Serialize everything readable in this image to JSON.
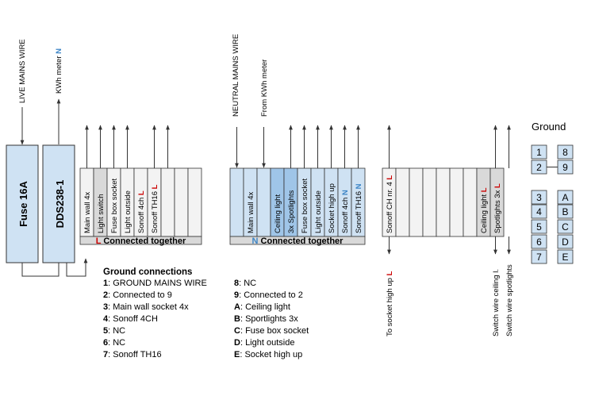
{
  "colors": {
    "blue_fill": "#cfe2f3",
    "blue_dark": "#9fc5e8",
    "grey_fill": "#d9d9d9",
    "light_grey": "#f3f3f3",
    "white": "#ffffff",
    "stroke": "#333333",
    "red": "#cc0000",
    "blue_text": "#3d85c6"
  },
  "top_labels": {
    "live_mains": "LIVE MAINS WIRE",
    "kwh_meter": "KWh meter",
    "kwh_meter_n": "N",
    "neutral_mains": "NEUTRAL MAINS WIRE",
    "from_kwh": "From KWh meter"
  },
  "devices": {
    "fuse": "Fuse 16A",
    "meter": "DDS238-1"
  },
  "live_block": {
    "slots": [
      {
        "text": "Main wall 4x",
        "mark": "",
        "fill": "light"
      },
      {
        "text": "Light switch",
        "mark": "",
        "fill": "grey"
      },
      {
        "text": "Fuse box socket",
        "mark": "",
        "fill": "light"
      },
      {
        "text": "Light outside",
        "mark": "",
        "fill": "light"
      },
      {
        "text": "Sonoff 4ch",
        "mark": "L",
        "fill": "light"
      },
      {
        "text": "Sonoff TH16",
        "mark": "L",
        "fill": "light"
      },
      {
        "text": "",
        "mark": "",
        "fill": "light"
      },
      {
        "text": "",
        "mark": "",
        "fill": "light"
      },
      {
        "text": "",
        "mark": "",
        "fill": "light"
      }
    ],
    "bar_letter": "L",
    "bar_text": "Connected together"
  },
  "neutral_block": {
    "slots": [
      {
        "text": "",
        "mark": "",
        "fill": "blue"
      },
      {
        "text": "Main wall 4x",
        "mark": "",
        "fill": "blue"
      },
      {
        "text": "",
        "mark": "",
        "fill": "blue"
      },
      {
        "text": "Ceiling light",
        "mark": "",
        "fill": "dark"
      },
      {
        "text": "3x Spotlights",
        "mark": "",
        "fill": "dark"
      },
      {
        "text": "Fuse box socket",
        "mark": "",
        "fill": "blue"
      },
      {
        "text": "Light outside",
        "mark": "",
        "fill": "blue"
      },
      {
        "text": "Socket high up",
        "mark": "",
        "fill": "blue"
      },
      {
        "text": "Sonoff 4ch",
        "mark": "N",
        "fill": "blue"
      },
      {
        "text": "Sonoff TH16",
        "mark": "N",
        "fill": "blue"
      }
    ],
    "bar_letter": "N",
    "bar_text": "Connected together"
  },
  "third_block": {
    "slots": [
      {
        "text": "Sonoff CH nr. 4",
        "mark": "L",
        "fill": "light"
      },
      {
        "text": "",
        "mark": "",
        "fill": "light"
      },
      {
        "text": "",
        "mark": "",
        "fill": "light"
      },
      {
        "text": "",
        "mark": "",
        "fill": "light"
      },
      {
        "text": "",
        "mark": "",
        "fill": "light"
      },
      {
        "text": "",
        "mark": "",
        "fill": "light"
      },
      {
        "text": "",
        "mark": "",
        "fill": "light"
      },
      {
        "text": "Ceiling light",
        "mark": "L",
        "fill": "grey"
      },
      {
        "text": "Spotlights 3x",
        "mark": "L",
        "fill": "grey"
      }
    ],
    "bottom_labels": [
      {
        "text": "To socket high up",
        "mark": "L"
      },
      {
        "text": "Switch wire ceiling l.",
        "mark": ""
      },
      {
        "text": "Switch wire spotlights",
        "mark": ""
      }
    ]
  },
  "ground": {
    "title": "Ground",
    "left": [
      "1",
      "2",
      "",
      "3",
      "4",
      "5",
      "6",
      "7"
    ],
    "right": [
      "8",
      "9",
      "",
      "A",
      "B",
      "C",
      "D",
      "E"
    ]
  },
  "legend": {
    "title": "Ground connections",
    "left": [
      {
        "key": "1",
        "text": ": GROUND MAINS WIRE"
      },
      {
        "key": "2",
        "text": ": Connected to 9"
      },
      {
        "key": "3",
        "text": ": Main wall socket 4x"
      },
      {
        "key": "4",
        "text": ": Sonoff 4CH"
      },
      {
        "key": "5",
        "text": ": NC"
      },
      {
        "key": "6",
        "text": ": NC"
      },
      {
        "key": "7",
        "text": ": Sonoff TH16"
      }
    ],
    "right": [
      {
        "key": "8",
        "text": ": NC"
      },
      {
        "key": "9",
        "text": ": Connected to 2"
      },
      {
        "key": "A",
        "text": ": Ceiling light"
      },
      {
        "key": "B",
        "text": ": Sportlights 3x"
      },
      {
        "key": "C",
        "text": ": Fuse box socket"
      },
      {
        "key": "D",
        "text": ": Light outside"
      },
      {
        "key": "E",
        "text": ": Socket high up"
      }
    ]
  }
}
